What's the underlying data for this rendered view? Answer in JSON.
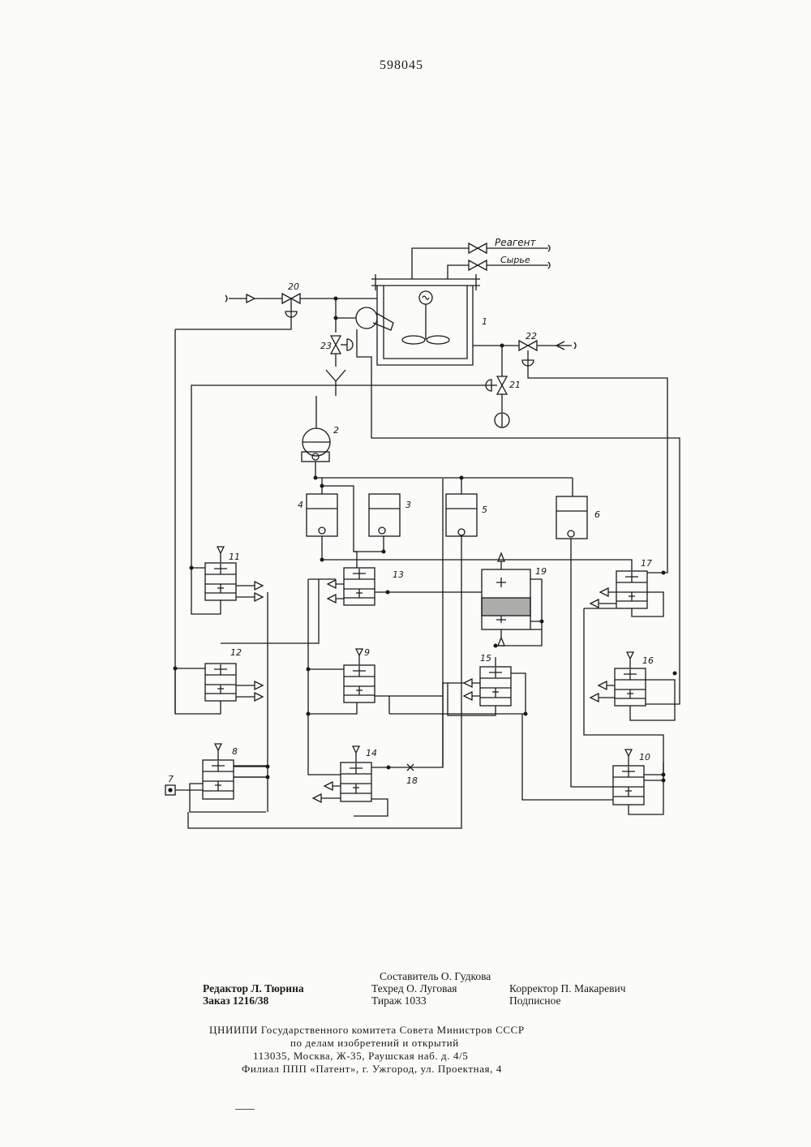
{
  "page_number": "598045",
  "streams": {
    "reagent": "Реагент",
    "feed": "Сырье"
  },
  "labels": {
    "n1": "1",
    "n2": "2",
    "n3": "3",
    "n4": "4",
    "n5": "5",
    "n6": "6",
    "n7": "7",
    "n8": "8",
    "n9": "9",
    "n10": "10",
    "n11": "11",
    "n12": "12",
    "n13": "13",
    "n14": "14",
    "n15": "15",
    "n16": "16",
    "n17": "17",
    "n18": "18",
    "n19": "19",
    "n20": "20",
    "n21": "21",
    "n22": "22",
    "n23": "23"
  },
  "imprint": {
    "compiler": "Составитель О. Гудкова",
    "editor": "Редактор Л. Тюрина",
    "techred": "Техред О. Луговая",
    "corrector": "Корректор П. Макаревич",
    "order": "Заказ 1216/38",
    "circulation": "Тираж 1033",
    "subscription": "Подписное",
    "org_line1": "ЦНИИПИ Государственного комитета Совета Министров СССР",
    "org_line2": "по делам изобретений и открытий",
    "org_line3": "113035, Москва, Ж-35, Раушская наб. д. 4/5",
    "org_line4": "Филиал ППП «Патент», г. Ужгород, ул. Проектная, 4"
  }
}
